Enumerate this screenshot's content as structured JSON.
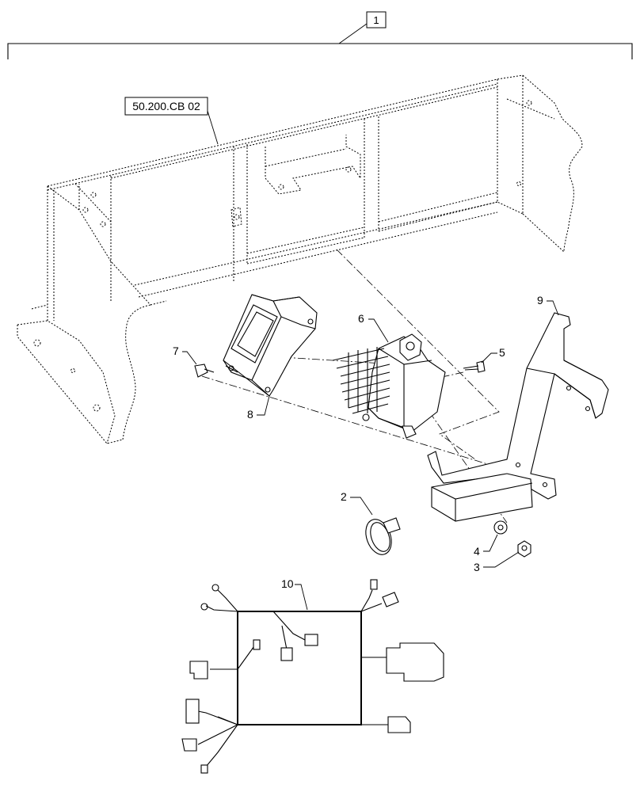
{
  "assembly": {
    "item": "1"
  },
  "reference": {
    "label": "50.200.CB 02"
  },
  "callouts": [
    {
      "id": "2"
    },
    {
      "id": "3"
    },
    {
      "id": "4"
    },
    {
      "id": "5"
    },
    {
      "id": "6"
    },
    {
      "id": "7"
    },
    {
      "id": "8"
    },
    {
      "id": "9"
    },
    {
      "id": "10"
    }
  ]
}
